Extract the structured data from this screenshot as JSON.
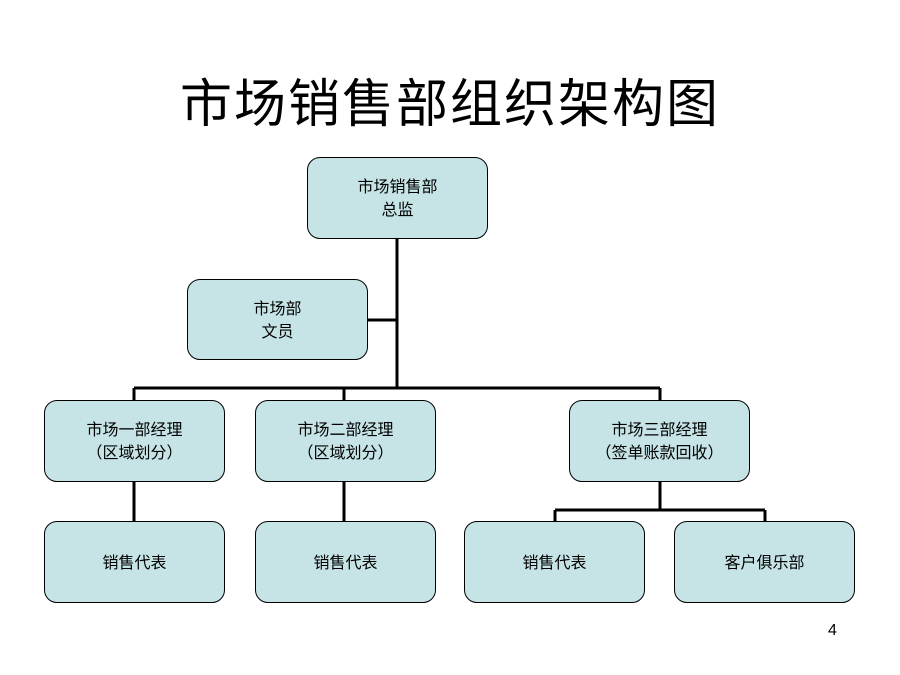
{
  "title": "市场销售部组织架构图",
  "page_number": "4",
  "nodes": {
    "director": {
      "line1": "市场销售部",
      "line2": "总监"
    },
    "clerk": {
      "line1": "市场部",
      "line2": "文员"
    },
    "manager1": {
      "line1": "市场一部经理",
      "line2": "（区域划分）"
    },
    "manager2": {
      "line1": "市场二部经理",
      "line2": "（区域划分）"
    },
    "manager3": {
      "line1": "市场三部经理",
      "line2": "（签单账款回收）"
    },
    "rep1": {
      "line1": "销售代表"
    },
    "rep2": {
      "line1": "销售代表"
    },
    "rep3": {
      "line1": "销售代表"
    },
    "club": {
      "line1": "客户俱乐部"
    }
  },
  "colors": {
    "box_fill": "#c6e4e6",
    "line": "#000000"
  }
}
